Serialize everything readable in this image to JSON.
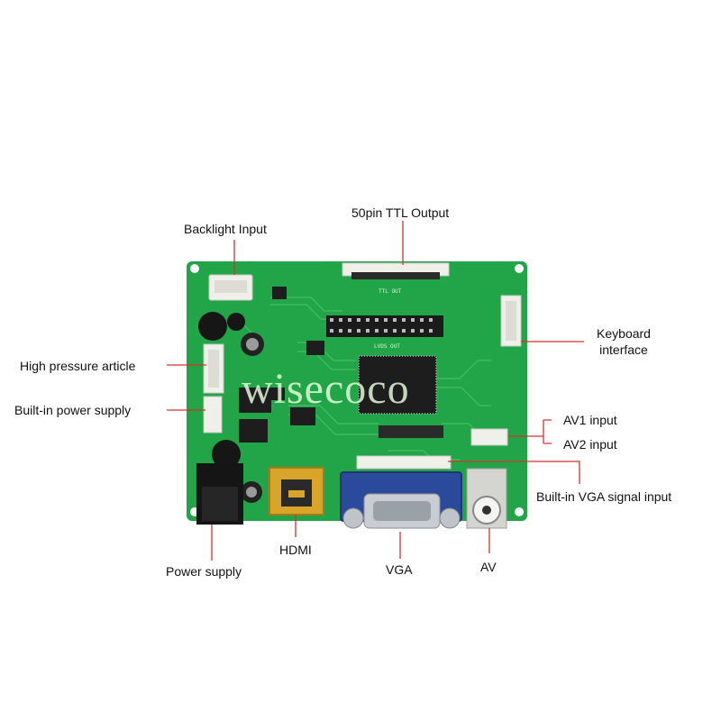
{
  "labels": {
    "backlight_input": "Backlight Input",
    "ttl_output": "50pin TTL Output",
    "keyboard_interface_line1": "Keyboard",
    "keyboard_interface_line2": "interface",
    "high_pressure_article": "High pressure article",
    "builtin_power_supply": "Built-in power supply",
    "av1_input": "AV1 input",
    "av2_input": "AV2 input",
    "builtin_vga_signal_input": "Built-in VGA signal input",
    "hdmi": "HDMI",
    "vga": "VGA",
    "av": "AV",
    "power_supply": "Power supply"
  },
  "watermark": "wisecoco",
  "pcb_silkscreen": {
    "ttl_out": "TTL OUT",
    "lvds_out": "LVDS OUT"
  },
  "colors": {
    "pcb_green": "#21a548",
    "pcb_trace": "#4cc26c",
    "leader_line": "#d0342c",
    "connector_white": "#f0f0ea",
    "vga_blue": "#2c4a9c",
    "hdmi_gold": "#d9a42a"
  }
}
